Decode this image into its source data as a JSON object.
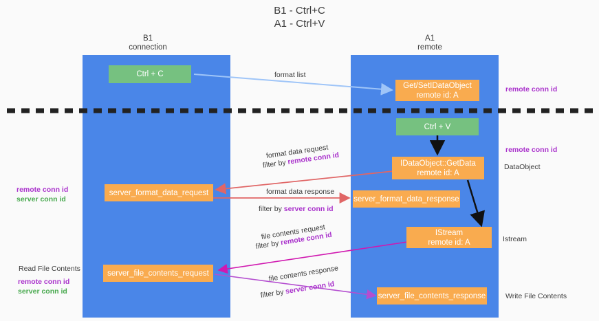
{
  "title": {
    "line1": "B1 - Ctrl+C",
    "line2": "A1 - Ctrl+V"
  },
  "columns": [
    {
      "name": "B1",
      "sub": "connection"
    },
    {
      "name": "A1",
      "sub": "remote"
    }
  ],
  "colors": {
    "lane": "#4a86e8",
    "orange": "#f9ab4f",
    "green": "#76c180",
    "purple_text": "#aa33cc",
    "green_text": "#49a94f",
    "divider": "#222222",
    "arrow_blue": "#9fc5f8",
    "arrow_black": "#111111",
    "arrow_red": "#e06666",
    "arrow_magenta": "#d018b0",
    "arrow_violet": "#b44ed0"
  },
  "nodes": {
    "ctrl_c": {
      "line1": "Ctrl + C"
    },
    "ctrl_v": {
      "line1": "Ctrl + V"
    },
    "idataobject_top": {
      "line1": "Get/SetIDataObject",
      "line2": "remote id: A"
    },
    "idataobject_getdata": {
      "line1": "IDataObject::GetData",
      "line2": "remote id: A"
    },
    "istream": {
      "line1": "IStream",
      "line2": "remote id: A"
    },
    "server_format_data_request": {
      "line1": "server_format_data_request"
    },
    "server_format_data_response": {
      "line1": "server_format_data_response"
    },
    "server_file_contents_request": {
      "line1": "server_file_contents_request"
    },
    "server_file_contents_response": {
      "line1": "server_file_contents_response"
    }
  },
  "edge_labels": {
    "format_list": "format list",
    "format_data_request": "format data request",
    "format_data_request_filter_prefix": "filter by ",
    "format_data_request_filter_key": "remote conn id",
    "format_data_response": "format data response",
    "format_data_response_filter_prefix": "filter by ",
    "format_data_response_filter_key": "server conn id",
    "file_contents_request": "file contents request",
    "file_contents_request_filter_prefix": "filter by ",
    "file_contents_request_filter_key": "remote conn id",
    "file_contents_response": "file contents response",
    "file_contents_response_filter_prefix": "filter by ",
    "file_contents_response_filter_key": "server conn id"
  },
  "side_labels": {
    "right_remote_conn_id_top": "remote conn id",
    "right_remote_conn_id_mid": "remote conn id",
    "right_dataobject": "DataObject",
    "right_istream": "Istream",
    "right_write_file_contents": "Write File Contents",
    "left_remote_conn_id": "remote conn id",
    "left_server_conn_id": "server conn id",
    "left_read_file_contents": "Read File Contents",
    "left_remote_conn_id_2": "remote conn id",
    "left_server_conn_id_2": "server conn id"
  }
}
